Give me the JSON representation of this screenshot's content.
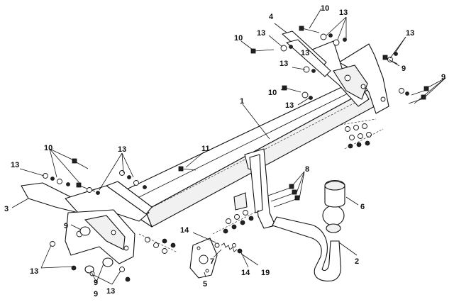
{
  "labels": {
    "l1": "1",
    "l2": "2",
    "l3": "3",
    "l4": "4",
    "l5": "5",
    "l6": "6",
    "l7": "7",
    "l8": "8",
    "l9a": "9",
    "l9b": "9",
    "l9c": "9",
    "l9d": "9",
    "l9e": "9",
    "l10a": "10",
    "l10b": "10",
    "l10c": "10",
    "l10d": "10",
    "l11": "11",
    "l13a": "13",
    "l13b": "13",
    "l13c": "13",
    "l13d": "13",
    "l13e": "13",
    "l13f": "13",
    "l13g": "13",
    "l13h": "13",
    "l13i": "13",
    "l13j": "13",
    "l14a": "14",
    "l14b": "14",
    "l19": "19"
  }
}
